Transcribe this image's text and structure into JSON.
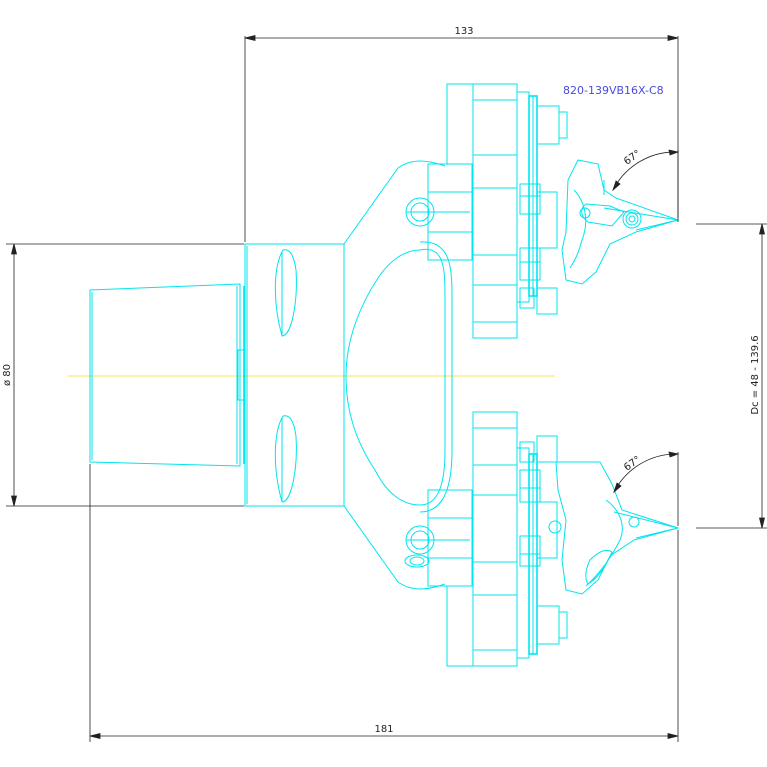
{
  "part_number": "820-139VB16X-C8",
  "dimensions": {
    "width_top": "133",
    "width_bottom": "181",
    "diameter": "ø  80",
    "dc_range": "Dc = 48  -  139.6",
    "angle_top": "67°",
    "angle_bottom": "67°"
  },
  "colors": {
    "outline": "#00e5ee",
    "dimension": "#222222",
    "part_label": "#4a4adf",
    "centerline": "#f2e84a"
  }
}
